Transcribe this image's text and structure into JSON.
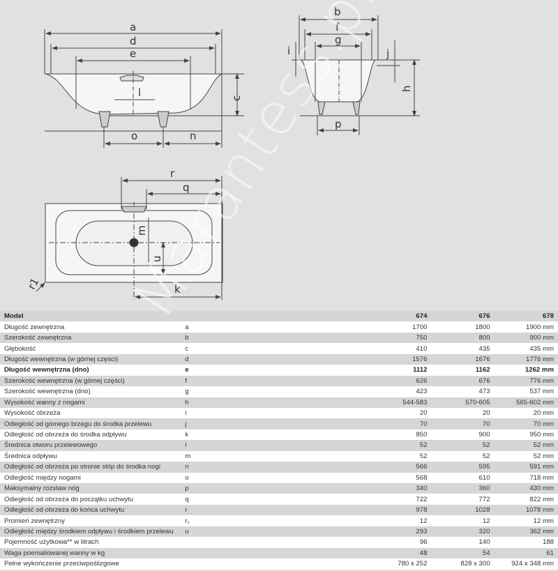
{
  "watermark": "Marantess.pl",
  "diagrams": {
    "side_view": {
      "labels": [
        "a",
        "d",
        "e",
        "l",
        "c",
        "o",
        "n"
      ]
    },
    "front_view": {
      "labels": [
        "b",
        "f",
        "g",
        "i",
        "j",
        "h",
        "p"
      ]
    },
    "top_view": {
      "labels": [
        "r",
        "q",
        "m",
        "u",
        "k",
        "r1"
      ]
    }
  },
  "table": {
    "header": {
      "name": "Model",
      "symbol": "",
      "v1": "674",
      "v2": "676",
      "v3": "678"
    },
    "rows": [
      {
        "name": "Długość zewnętrzna",
        "symbol": "a",
        "v1": "1700",
        "v2": "1800",
        "v3": "1900 mm"
      },
      {
        "name": "Szerokość zewnętrzna",
        "symbol": "b",
        "v1": "750",
        "v2": "800",
        "v3": "900 mm"
      },
      {
        "name": "Głębokość",
        "symbol": "c",
        "v1": "410",
        "v2": "435",
        "v3": "435 mm"
      },
      {
        "name": "Długość wewnętrzna (w górnej części)",
        "symbol": "d",
        "v1": "1576",
        "v2": "1676",
        "v3": "1776 mm"
      },
      {
        "name": "Długość wewnętrzna (dno)",
        "symbol": "e",
        "v1": "1112",
        "v2": "1162",
        "v3": "1262 mm",
        "bold": true
      },
      {
        "name": "Szerokość wewnętrzna (w gómej części)",
        "symbol": "f",
        "v1": "626",
        "v2": "676",
        "v3": "776 mm"
      },
      {
        "name": "Szerokość wewnętrzna (dno)",
        "symbol": "g",
        "v1": "423",
        "v2": "473",
        "v3": "537 mm"
      },
      {
        "name": "Wysokość wanny z nogami",
        "symbol": "h",
        "v1": "544-583",
        "v2": "570-605",
        "v3": "565-602 mm"
      },
      {
        "name": "Wysokość obrzeża",
        "symbol": "i",
        "v1": "20",
        "v2": "20",
        "v3": "20 mm"
      },
      {
        "name": "Odległość od gómego brzegu do środka przelewu",
        "symbol": "j",
        "v1": "70",
        "v2": "70",
        "v3": "70 mm"
      },
      {
        "name": "Odległość od obrzeża do środka odpływu",
        "symbol": "k",
        "v1": "850",
        "v2": "900",
        "v3": "950 mm"
      },
      {
        "name": "Średnica otworu przelewowego",
        "symbol": "l",
        "v1": "52",
        "v2": "52",
        "v3": "52 mm"
      },
      {
        "name": "Średnica odpływu",
        "symbol": "m",
        "v1": "52",
        "v2": "52",
        "v3": "52 mm"
      },
      {
        "name": "Odległość od obrzeża po stronie stóp do środka nogi",
        "symbol": "n",
        "v1": "566",
        "v2": "595",
        "v3": "591 mm"
      },
      {
        "name": "Odległość między nogami",
        "symbol": "o",
        "v1": "568",
        "v2": "610",
        "v3": "718 mm"
      },
      {
        "name": "Maksymalny rozstaw nóg",
        "symbol": "p",
        "v1": "340",
        "v2": "360",
        "v3": "430 mm"
      },
      {
        "name": "Odległość od obrzeża do początku uchwytu",
        "symbol": "q",
        "v1": "722",
        "v2": "772",
        "v3": "822 mm"
      },
      {
        "name": "Odległość od obrzeża do końca uchwytu",
        "symbol": "r",
        "v1": "978",
        "v2": "1028",
        "v3": "1078 mm"
      },
      {
        "name": "Promień zewnętrzny",
        "symbol": "r₁",
        "v1": "12",
        "v2": "12",
        "v3": "12 mm"
      },
      {
        "name": "Odległość między środkiem odpływu i środkiem przelewu",
        "symbol": "u",
        "v1": "293",
        "v2": "320",
        "v3": "362 mm"
      },
      {
        "name": "Pojemność użytkowa** w litrach",
        "symbol": "",
        "v1": "96",
        "v2": "140",
        "v3": "188"
      },
      {
        "name": "Waga poemaliowanej wanny w kg",
        "symbol": "",
        "v1": "48",
        "v2": "54",
        "v3": "61"
      },
      {
        "name": "Pełne wykończenie przeciwpoślizgowe",
        "symbol": "",
        "v1": "780 x 252",
        "v2": "828 x 300",
        "v3": "924 x 348 mm"
      }
    ]
  }
}
